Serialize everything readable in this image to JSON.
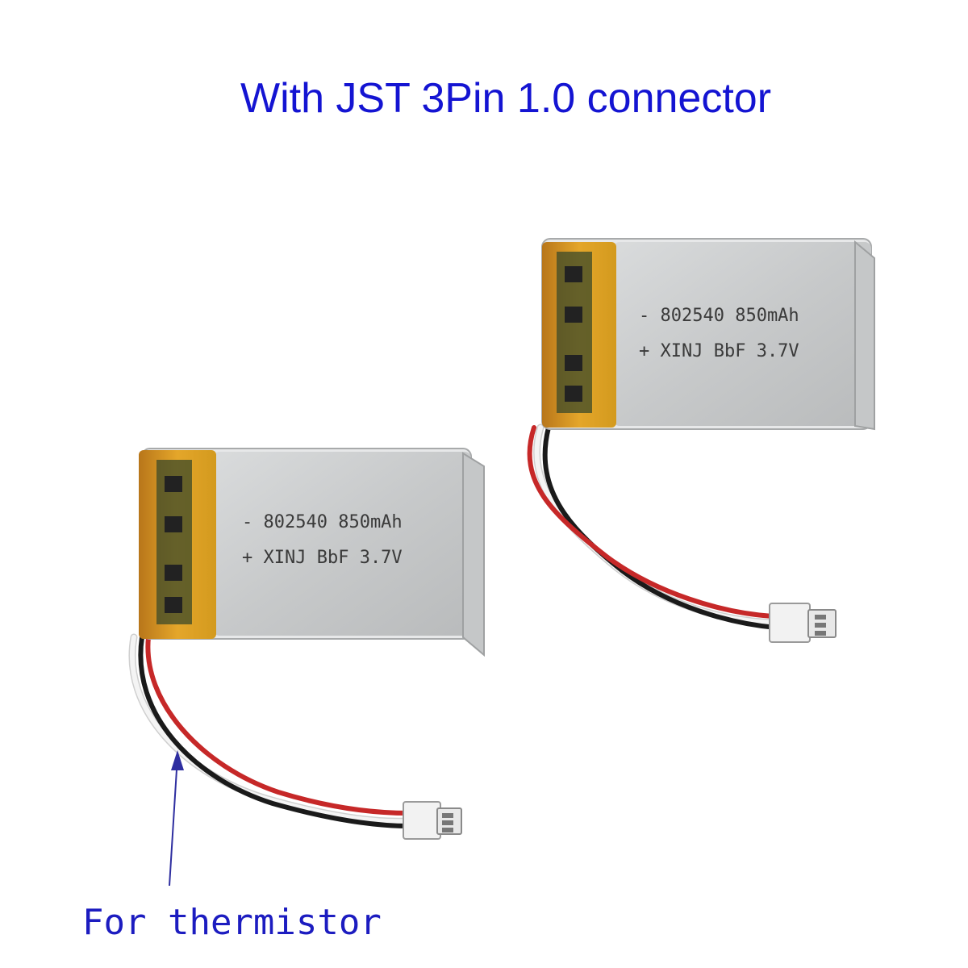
{
  "headline": "With JST 3Pin 1.0 connector",
  "caption": "For thermistor",
  "batteries": [
    {
      "line1": "- 802540 850mAh",
      "line2": "+ XINJ BbF 3.7V"
    },
    {
      "line1": "- 802540 850mAh",
      "line2": "+ XINJ BbF 3.7V"
    }
  ],
  "colors": {
    "text_blue": "#1414d2",
    "cell_silver": "#c9cbcc",
    "tape_yellow": "#e6b022",
    "wire_red": "#c62828",
    "wire_black": "#1a1a1a",
    "wire_white": "#f0f0f0"
  }
}
